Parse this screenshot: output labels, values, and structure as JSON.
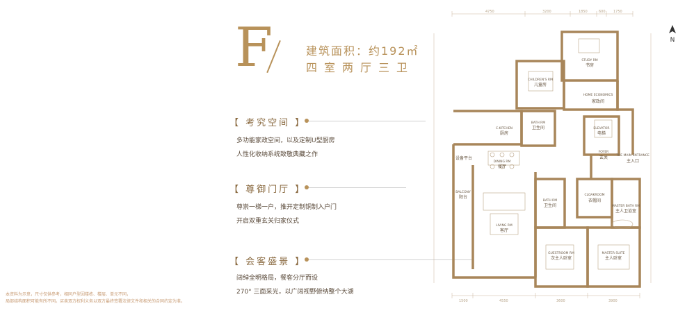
{
  "header": {
    "unit_letter": "F",
    "area_text": "建筑面积：约192㎡",
    "layout_text": "四室两厅三卫"
  },
  "sections": [
    {
      "title": "【 考究空间 】",
      "lines": [
        "多功能家政空间，以及定制U型厨房",
        "人性化收纳系统致敬典藏之作"
      ]
    },
    {
      "title": "【 尊御门厅 】",
      "lines": [
        "尊崇一梯一户，推开定制铜制入户门",
        "开启双重玄关归家仪式"
      ]
    },
    {
      "title": "【 会客盛景 】",
      "lines": [
        "阔绰全明格局，餐客分厅而设",
        "270° 三面采光，以广阔视野俯纳整个大湖"
      ]
    }
  ],
  "footnote": [
    "本资料为示意，尺寸仅供参考，相同户型因楼栋、楼层、单元不同，",
    "局部结构面积可能有所不同。买卖双方权利义务以双方最终签署法律文件和相关的合同约定为准。"
  ],
  "compass": {
    "label": "N"
  },
  "dimensions": {
    "top": [
      "4750",
      "3200",
      "1850",
      "600",
      "1750"
    ],
    "bottom": [
      "1500",
      "4550",
      "3600",
      "3900"
    ]
  },
  "rooms": {
    "study": {
      "en": "STUDY RM",
      "cn": "书房"
    },
    "children": {
      "en": "CHILDREN'S RM",
      "cn": "儿童房"
    },
    "home_economics": {
      "en": "HOME ECONOMICS",
      "cn": "家政间"
    },
    "kitchen": {
      "en": "C.KITCHEN",
      "cn": "厨房"
    },
    "bath1": {
      "en": "BATH RM",
      "cn": "卫生间"
    },
    "elevator": {
      "en": "ELEVATOR",
      "cn": "电梯"
    },
    "foyer": {
      "en": "FOYER",
      "cn": "玄关"
    },
    "main_entrance": {
      "en": "THE MAIN ENTRANCE",
      "cn": "主入口"
    },
    "equipment": {
      "en": "",
      "cn": "设备平台"
    },
    "dining": {
      "en": "DINING RM",
      "cn": "餐厅"
    },
    "balcony": {
      "en": "BALCONY",
      "cn": "阳台"
    },
    "living": {
      "en": "LIVING RM",
      "cn": "客厅"
    },
    "bath2": {
      "en": "BATH RM",
      "cn": "卫生间"
    },
    "cloakroom": {
      "en": "CLOAKROOM",
      "cn": "衣帽间"
    },
    "master_bath": {
      "en": "MASTER BATH RM",
      "cn": "主人卫浴室"
    },
    "guest": {
      "en": "GUESTROOM RM",
      "cn": "次主人卧室"
    },
    "master_suite": {
      "en": "MASTER SUITE",
      "cn": "主人卧室"
    }
  }
}
